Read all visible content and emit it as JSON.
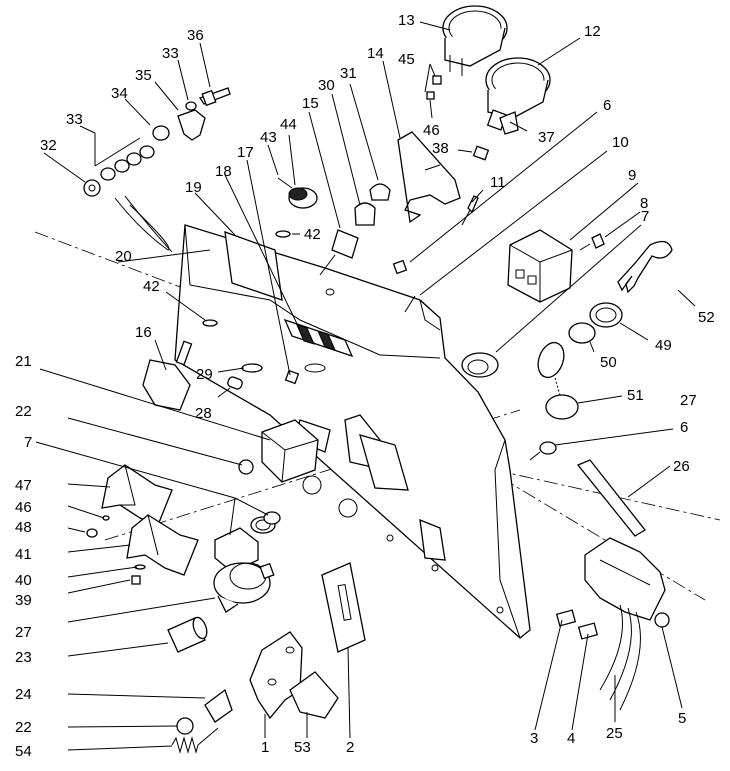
{
  "callouts": [
    {
      "id": "c1",
      "text": "1"
    },
    {
      "id": "c2",
      "text": "2"
    },
    {
      "id": "c3",
      "text": "3"
    },
    {
      "id": "c4",
      "text": "4"
    },
    {
      "id": "c5",
      "text": "5"
    },
    {
      "id": "c6a",
      "text": "6"
    },
    {
      "id": "c6b",
      "text": "6"
    },
    {
      "id": "c7a",
      "text": "7"
    },
    {
      "id": "c7b",
      "text": "7"
    },
    {
      "id": "c8",
      "text": "8"
    },
    {
      "id": "c9",
      "text": "9"
    },
    {
      "id": "c10",
      "text": "10"
    },
    {
      "id": "c11",
      "text": "11"
    },
    {
      "id": "c12",
      "text": "12"
    },
    {
      "id": "c13",
      "text": "13"
    },
    {
      "id": "c14",
      "text": "14"
    },
    {
      "id": "c15",
      "text": "15"
    },
    {
      "id": "c16",
      "text": "16"
    },
    {
      "id": "c17",
      "text": "17"
    },
    {
      "id": "c18",
      "text": "18"
    },
    {
      "id": "c19",
      "text": "19"
    },
    {
      "id": "c20",
      "text": "20"
    },
    {
      "id": "c21",
      "text": "21"
    },
    {
      "id": "c22a",
      "text": "22"
    },
    {
      "id": "c22b",
      "text": "22"
    },
    {
      "id": "c23",
      "text": "23"
    },
    {
      "id": "c24",
      "text": "24"
    },
    {
      "id": "c25",
      "text": "25"
    },
    {
      "id": "c26",
      "text": "26"
    },
    {
      "id": "c27a",
      "text": "27"
    },
    {
      "id": "c27b",
      "text": "27"
    },
    {
      "id": "c28",
      "text": "28"
    },
    {
      "id": "c29",
      "text": "29"
    },
    {
      "id": "c30",
      "text": "30"
    },
    {
      "id": "c31",
      "text": "31"
    },
    {
      "id": "c32",
      "text": "32"
    },
    {
      "id": "c33a",
      "text": "33"
    },
    {
      "id": "c33b",
      "text": "33"
    },
    {
      "id": "c34",
      "text": "34"
    },
    {
      "id": "c35",
      "text": "35"
    },
    {
      "id": "c36",
      "text": "36"
    },
    {
      "id": "c37",
      "text": "37"
    },
    {
      "id": "c38",
      "text": "38"
    },
    {
      "id": "c39",
      "text": "39"
    },
    {
      "id": "c40",
      "text": "40"
    },
    {
      "id": "c41",
      "text": "41"
    },
    {
      "id": "c42a",
      "text": "42"
    },
    {
      "id": "c42b",
      "text": "42"
    },
    {
      "id": "c43",
      "text": "43"
    },
    {
      "id": "c44",
      "text": "44"
    },
    {
      "id": "c45",
      "text": "45"
    },
    {
      "id": "c46a",
      "text": "46"
    },
    {
      "id": "c46b",
      "text": "46"
    },
    {
      "id": "c47",
      "text": "47"
    },
    {
      "id": "c48",
      "text": "48"
    },
    {
      "id": "c49",
      "text": "49"
    },
    {
      "id": "c50",
      "text": "50"
    },
    {
      "id": "c51",
      "text": "51"
    },
    {
      "id": "c52",
      "text": "52"
    },
    {
      "id": "c53",
      "text": "53"
    },
    {
      "id": "c54",
      "text": "54"
    }
  ]
}
